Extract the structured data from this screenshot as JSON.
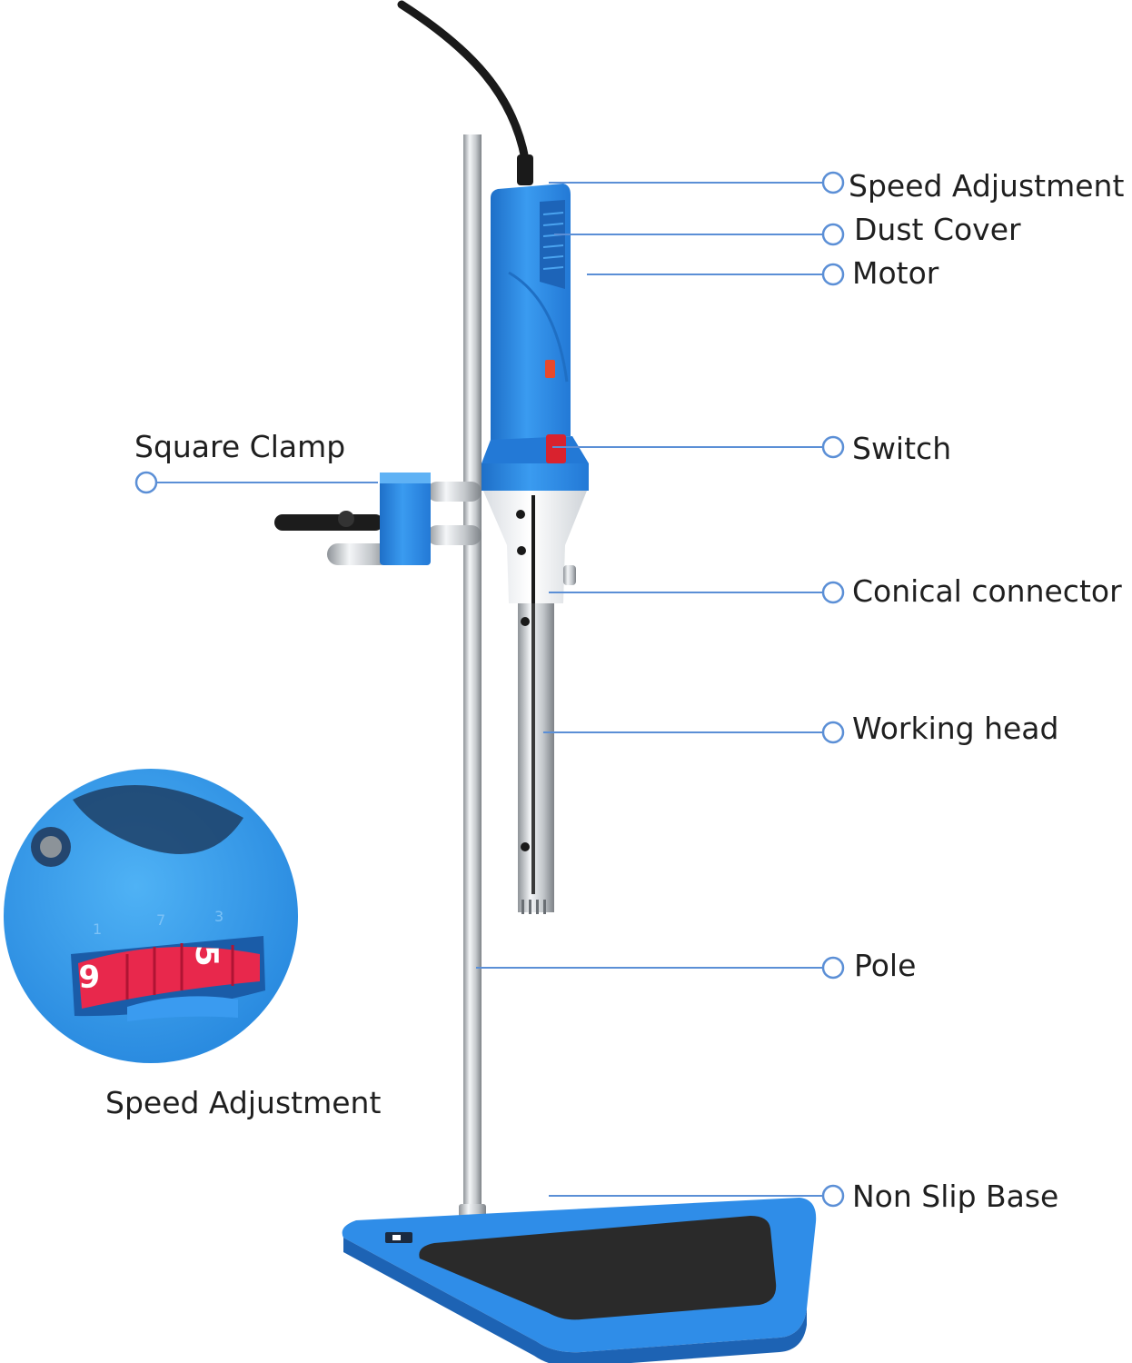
{
  "labels": {
    "speed_adjustment_top": "Speed Adjustment",
    "dust_cover": "Dust Cover",
    "motor": "Motor",
    "switch": "Switch",
    "conical_connector": "Conical connector",
    "working_head": "Working head",
    "pole": "Pole",
    "non_slip_base": "Non Slip Base",
    "square_clamp": "Square Clamp",
    "speed_adjustment_inset": "Speed Adjustment"
  },
  "dial": {
    "digit_left": "6",
    "digit_right": "5",
    "marks": [
      "1",
      "7",
      "3"
    ]
  },
  "colors": {
    "body_blue": "#2f8de8",
    "body_blue_dark": "#1f6fc4",
    "callout_line": "#5b8fd6",
    "dial_red": "#e8284c",
    "base_pad": "#2a2a2a",
    "metal": "#c8ccd0"
  }
}
